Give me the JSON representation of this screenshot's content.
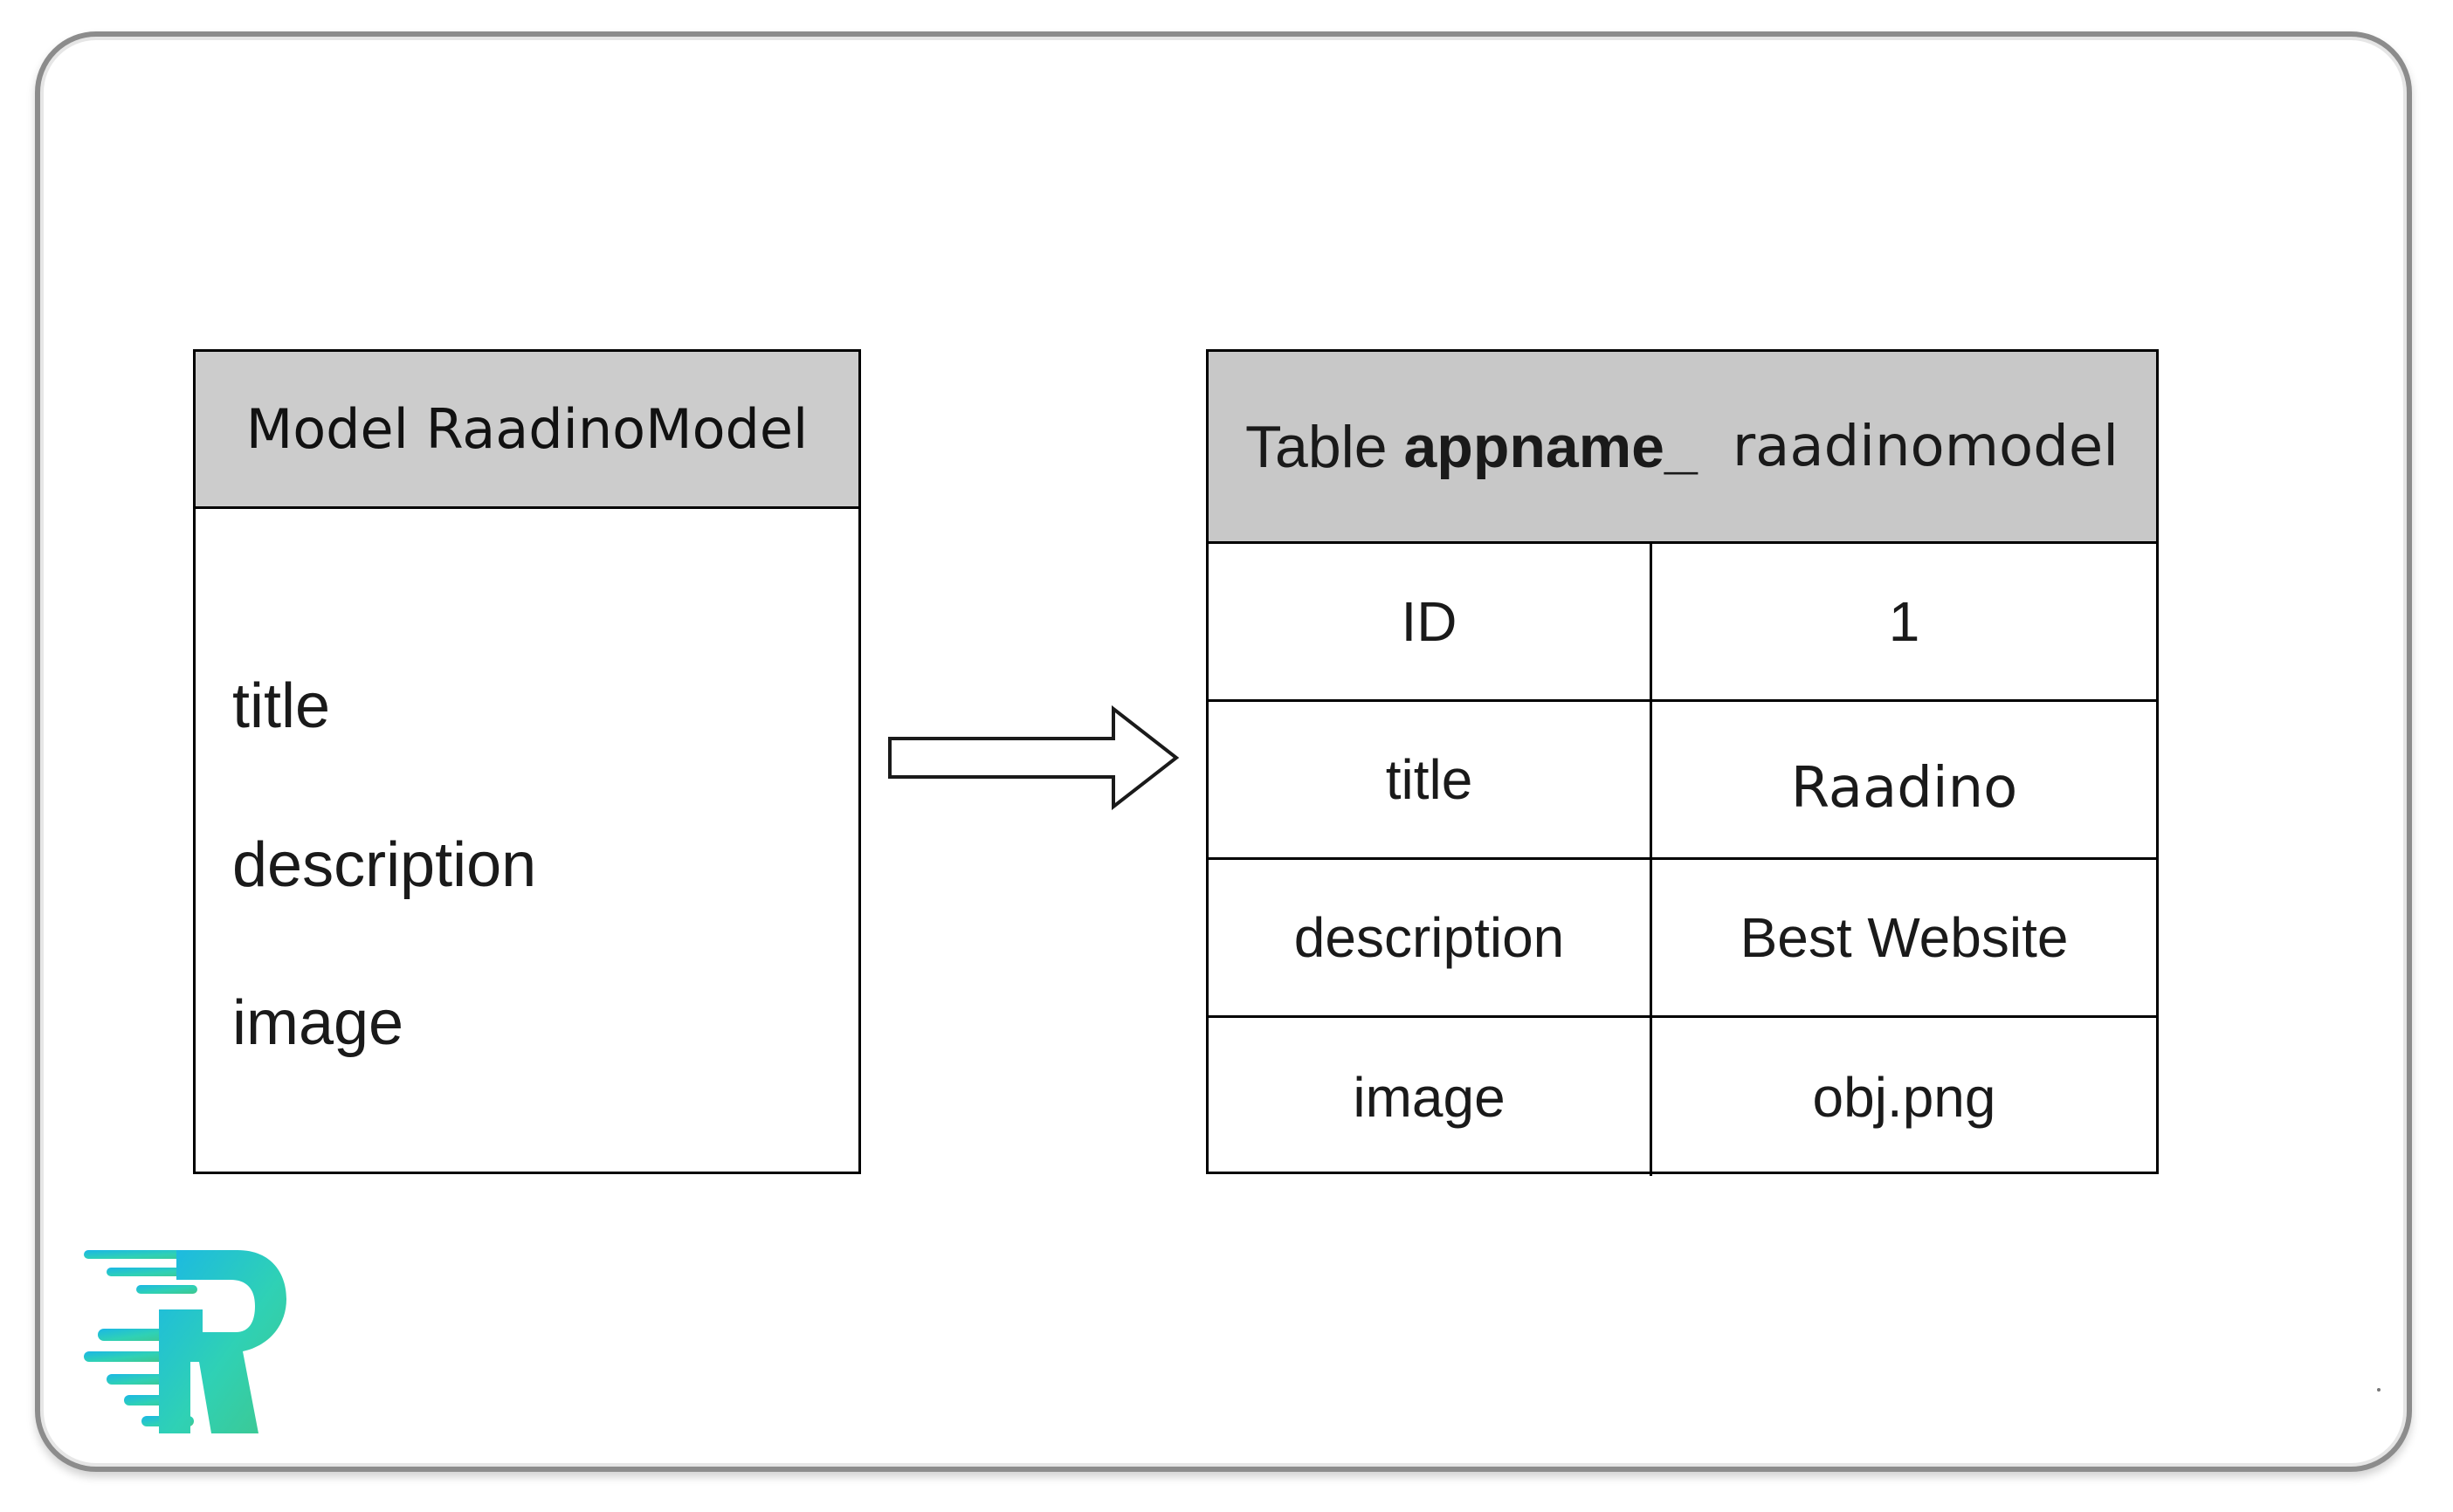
{
  "model": {
    "header": "Model RaadinoModel",
    "fields": [
      "title",
      "description",
      "image"
    ]
  },
  "table": {
    "header_prefix": "Table ",
    "header_bold": "appname_",
    "header_rest": "raadinomodel",
    "rows": [
      {
        "key": "ID",
        "value": "1"
      },
      {
        "key": "title",
        "value": "Raadino"
      },
      {
        "key": "description",
        "value": "Best Website"
      },
      {
        "key": "image",
        "value": "obj.png"
      }
    ]
  },
  "arrow": {
    "icon": "right-arrow-icon"
  },
  "logo": {
    "icon": "raadino-logo",
    "colors": [
      "#1ab7e6",
      "#2fd1b5",
      "#3fc78d"
    ]
  }
}
